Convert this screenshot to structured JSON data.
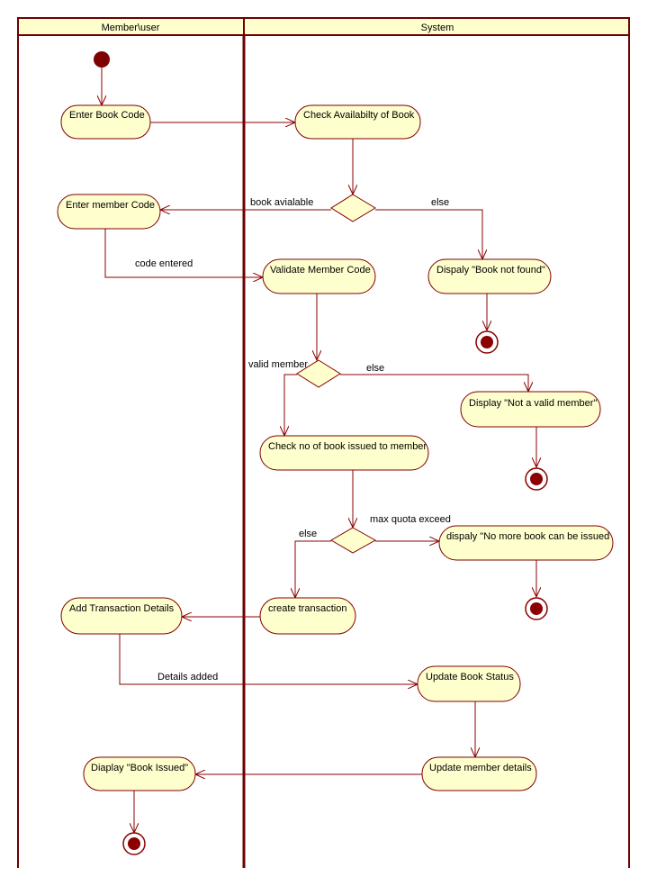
{
  "colors": {
    "lane_border": "#6e0000",
    "lane_header_fill": "#fffecd",
    "action_fill": "#fffecd",
    "action_stroke": "#7f0000",
    "edge": "#8b0000",
    "initial_fill": "#7f0000",
    "final_fill": "#8b0000"
  },
  "lanes": [
    {
      "id": "lane-member",
      "title": "Member\\user"
    },
    {
      "id": "lane-system",
      "title": "System"
    }
  ],
  "actions": [
    {
      "id": "enter-book-code",
      "label": "Enter Book Code"
    },
    {
      "id": "check-availability",
      "label": "Check Availabilty of Book"
    },
    {
      "id": "enter-member-code",
      "label": "Enter member Code"
    },
    {
      "id": "validate-member-code",
      "label": "Validate Member Code"
    },
    {
      "id": "display-book-not-found",
      "label": "Dispaly \"Book not found\""
    },
    {
      "id": "display-not-valid-member",
      "label": "Display \"Not a valid member\""
    },
    {
      "id": "check-books-issued",
      "label": "Check no of book issued to member"
    },
    {
      "id": "display-no-more-books",
      "label": "dispaly \"No more book can be issued"
    },
    {
      "id": "add-transaction-details",
      "label": "Add Transaction Details"
    },
    {
      "id": "create-transaction",
      "label": "create transaction"
    },
    {
      "id": "update-book-status",
      "label": "Update Book Status"
    },
    {
      "id": "display-book-issued",
      "label": "Diaplay \"Book Issued\""
    },
    {
      "id": "update-member-details",
      "label": "Update member details"
    }
  ],
  "edge_labels": [
    {
      "id": "book-available",
      "label": "book avialable"
    },
    {
      "id": "else-1",
      "label": "else"
    },
    {
      "id": "code-entered",
      "label": "code entered"
    },
    {
      "id": "valid-member",
      "label": "valid member"
    },
    {
      "id": "else-2",
      "label": "else"
    },
    {
      "id": "max-quota-exceed",
      "label": "max quota exceed"
    },
    {
      "id": "else-3",
      "label": "else"
    },
    {
      "id": "details-added",
      "label": "Details added"
    }
  ]
}
